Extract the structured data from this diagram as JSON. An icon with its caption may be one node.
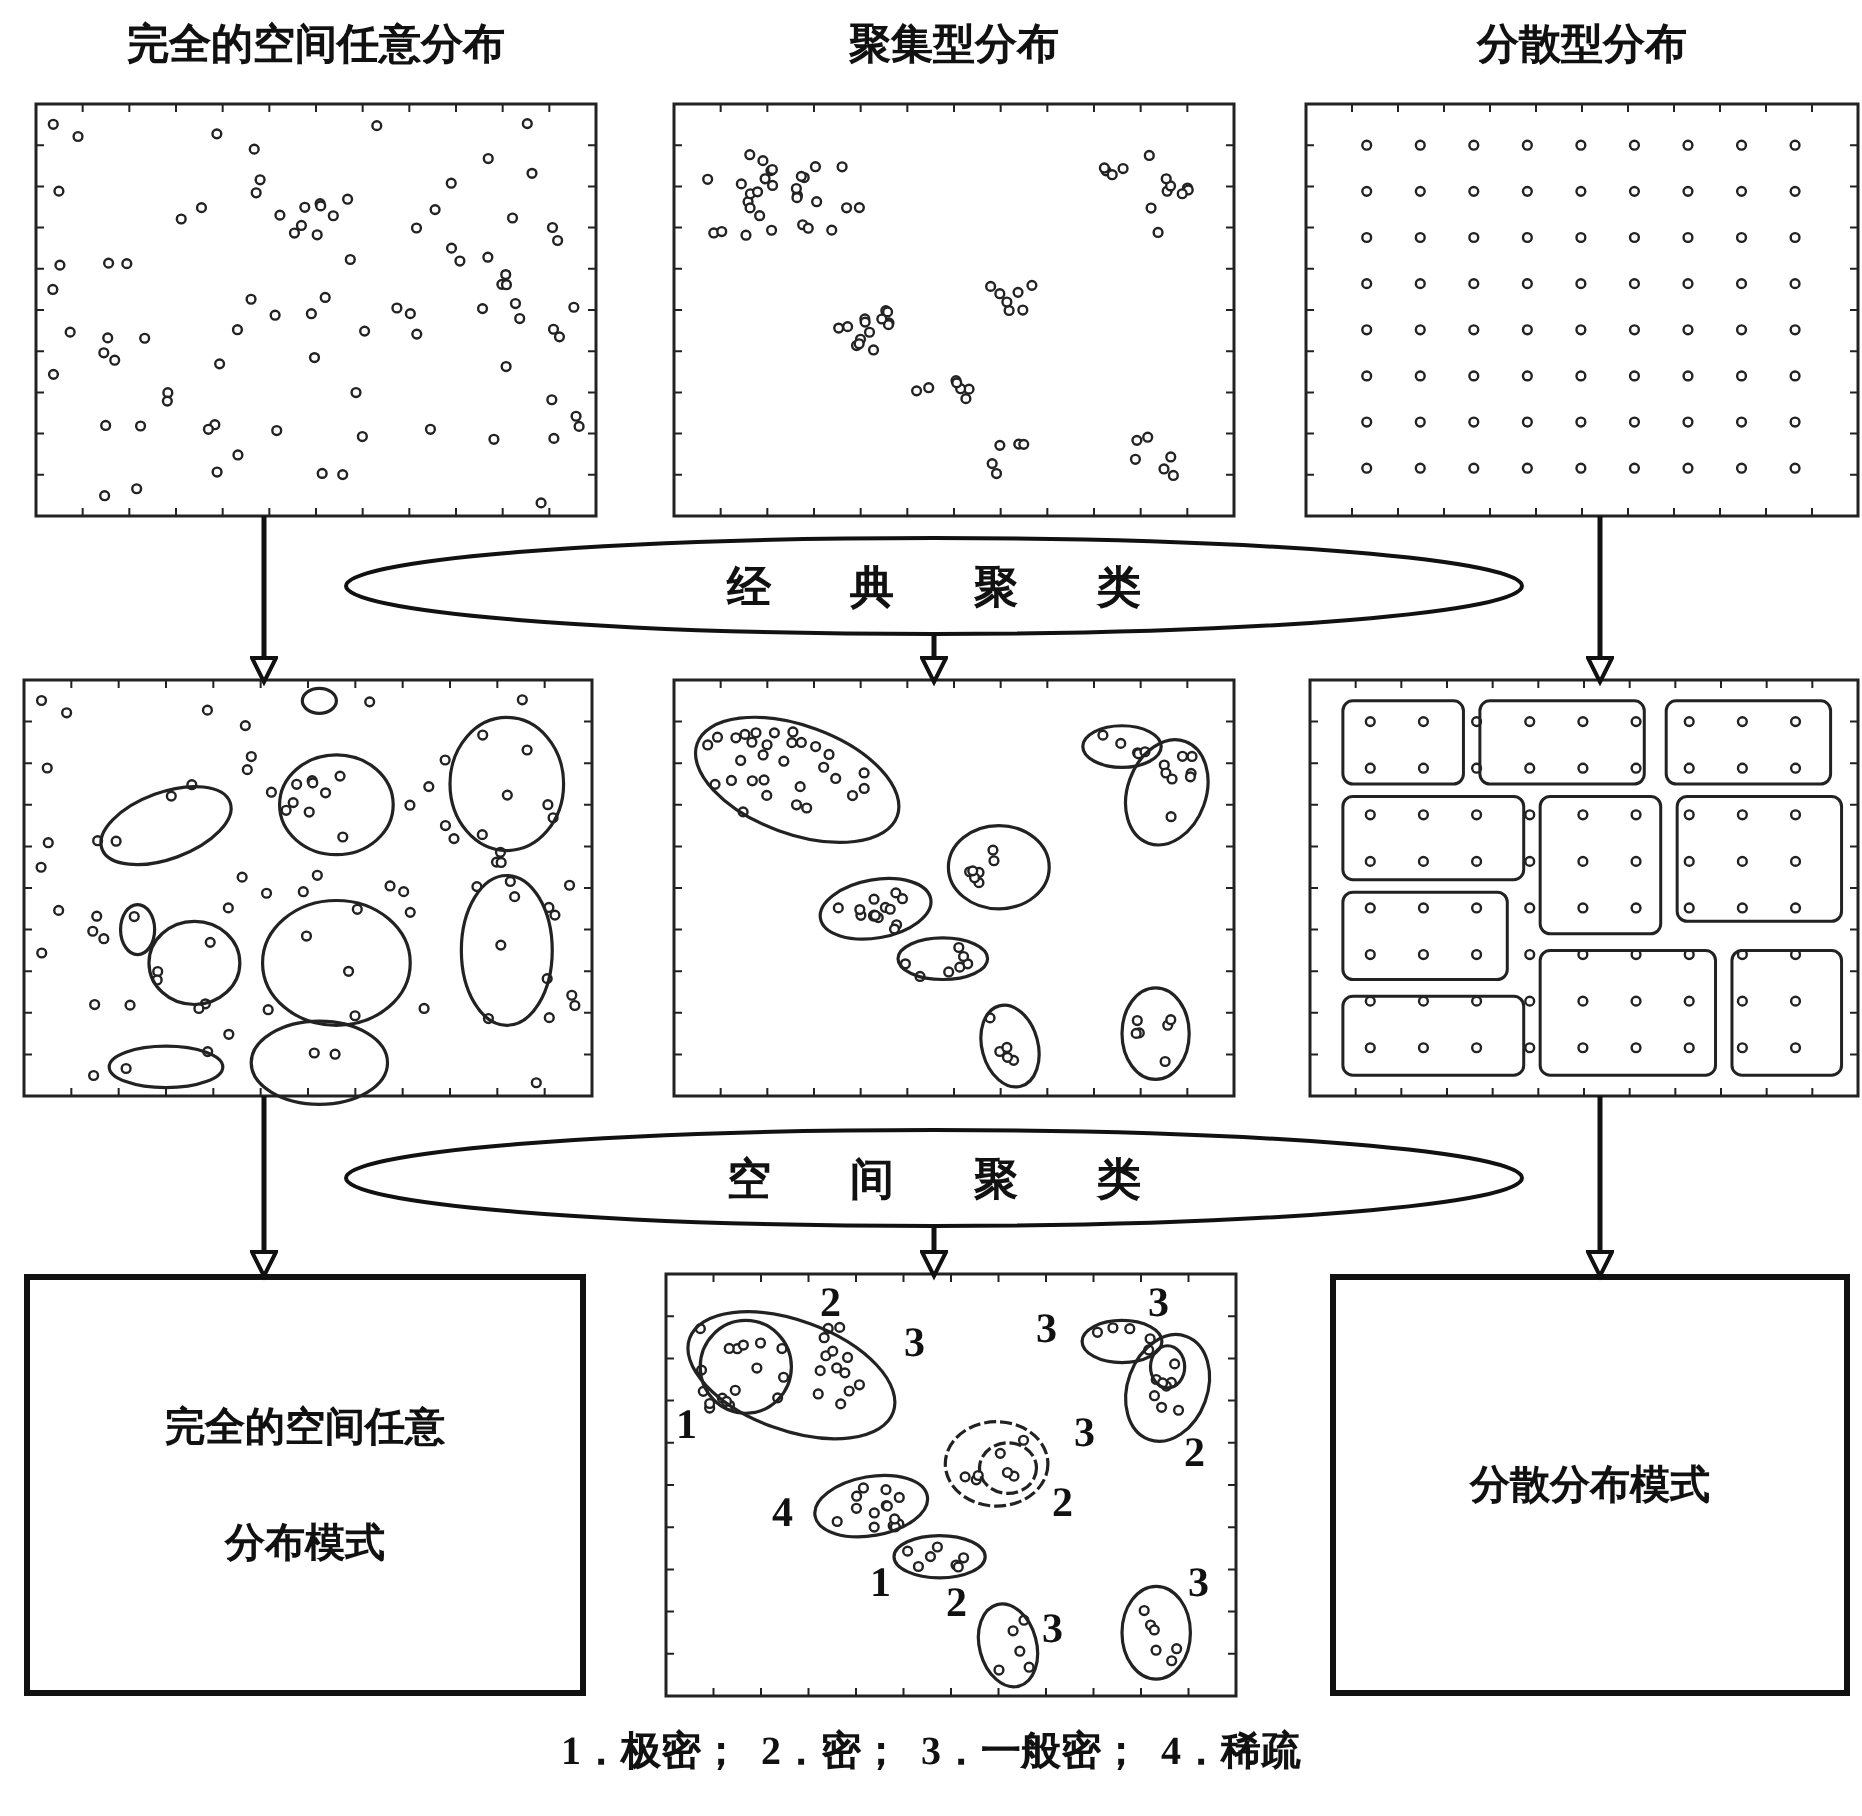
{
  "diagram": {
    "nodes": [
      {
        "text": [
          "完全的空间任意分布"
        ]
      },
      {
        "text": [
          "聚集型分布"
        ]
      },
      {
        "text": [
          "分散型分布"
        ]
      },
      {
        "text": [
          "经典聚类"
        ]
      },
      {
        "text": [],
        "shape": "picture"
      },
      {
        "text": [],
        "shape": "picture"
      },
      {
        "text": [],
        "shape": "picture"
      },
      {
        "text": [
          "空间聚类"
        ]
      },
      {
        "text": [
          "完全的空间任意分布模式"
        ]
      },
      {
        "text": [],
        "shape": "picture"
      },
      {
        "text": [
          "分散分布模式"
        ]
      }
    ],
    "edges": [
      {
        "from": 0,
        "to": 4,
        "arrow": "to"
      },
      {
        "from": 3,
        "to": 5,
        "arrow": "to"
      },
      {
        "from": 2,
        "to": 6,
        "arrow": "to"
      },
      {
        "from": 4,
        "to": 8,
        "arrow": "to"
      },
      {
        "from": 7,
        "to": 9,
        "arrow": "to"
      },
      {
        "from": 6,
        "to": 10,
        "arrow": "to"
      }
    ],
    "labels": [
      "2",
      "3",
      "3",
      "3",
      "1",
      "3",
      "2",
      "4",
      "2",
      "1",
      "2",
      "3",
      "3",
      "1．极密；  2．密；  3．一般密；  4．稀疏"
    ]
  }
}
